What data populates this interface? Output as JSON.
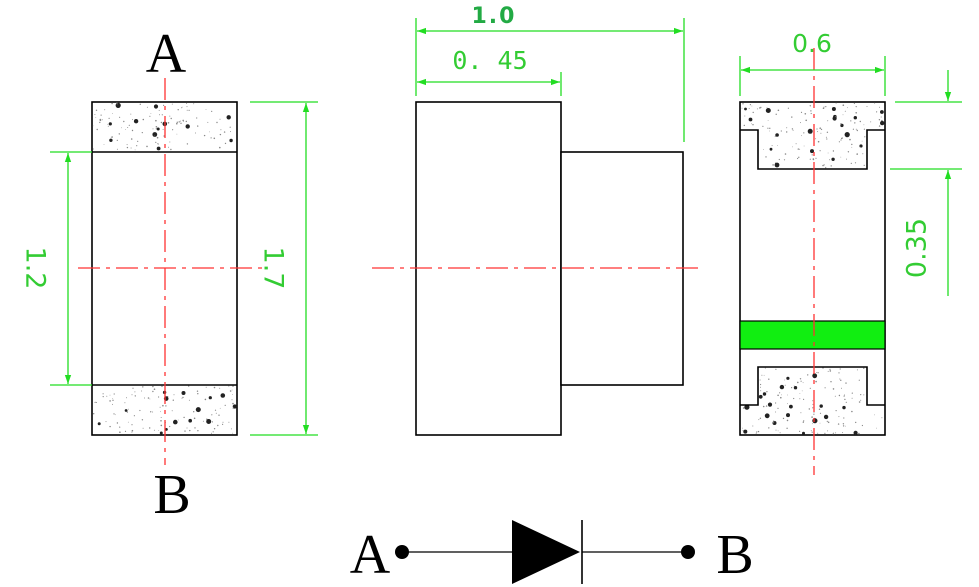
{
  "labels": {
    "top_a": "A",
    "bottom_b": "B",
    "symbol_a": "A",
    "symbol_b": "B"
  },
  "dimensions": {
    "overall_length": "1.0",
    "partial_length": "0. 45",
    "width": "0.6",
    "inner_height": "1.2",
    "outer_height": "1.7",
    "terminal_height": "0.35"
  },
  "colors": {
    "outline": "#000000",
    "centerline": "#ff3333",
    "dimension": "#22dd22",
    "dimension_text": "#33cc33",
    "cathode_band": "#11ee11",
    "speckle": "#444444"
  }
}
